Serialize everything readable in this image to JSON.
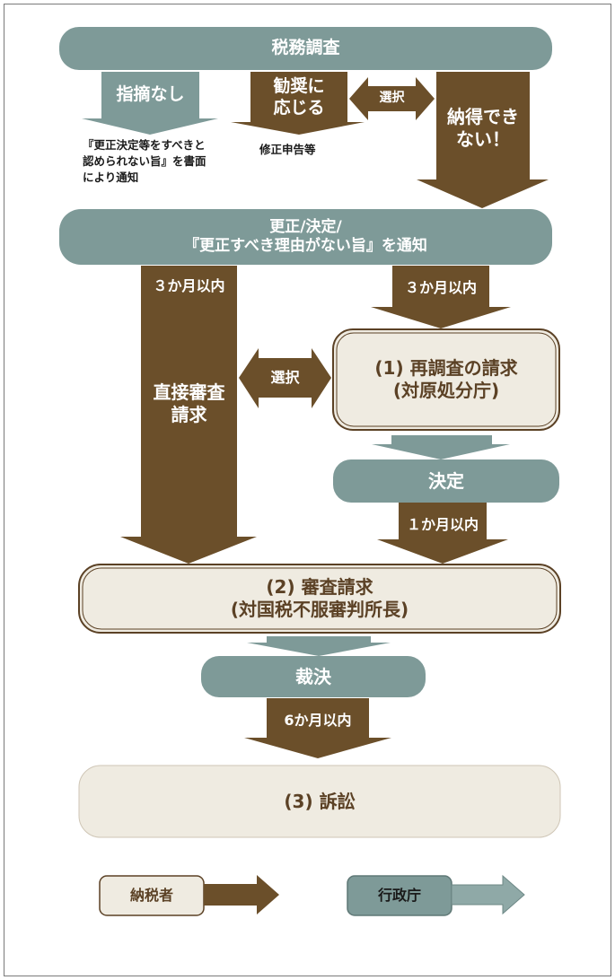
{
  "boxes": {
    "zeimu_chousa": "税務調査",
    "kousei": "更正/決定/\n『更正すべき理由がない旨』を通知",
    "saichousa": "(1) 再調査の請求\n(対原処分庁)",
    "kettei": "決定",
    "shinsa_seikyu": "(2) 審査請求\n(対国税不服審判所長)",
    "saiketsu": "裁決",
    "soshou": "(3) 訴訟"
  },
  "arrows": {
    "shiteki_nashi": "指摘なし",
    "kanshou": "勧奨に\n応じる",
    "sentaku_top": "選択",
    "nattoku": "納得でき\nない！",
    "sankagetsu_left": "３か月以内",
    "chokusetsu": "直接審査\n請求",
    "sentaku_mid": "選択",
    "sankagetsu_right": "３か月以内",
    "ikkagetsu": "１か月以内",
    "rokkagetsu": "6か月以内"
  },
  "notes": {
    "shiteki_nashi_note": "『更正決定等をすべきと\n認められない旨』を書面\nにより通知",
    "shusei_shinkoku": "修正申告等"
  },
  "legend": {
    "taxpayer": "納税者",
    "administration": "行政庁"
  },
  "colors": {
    "taxpayer_brown": "#6b4f2a",
    "admin_teal": "#7e9a98",
    "cream_box": "#efebe1",
    "cream_border": "#5b4125"
  }
}
